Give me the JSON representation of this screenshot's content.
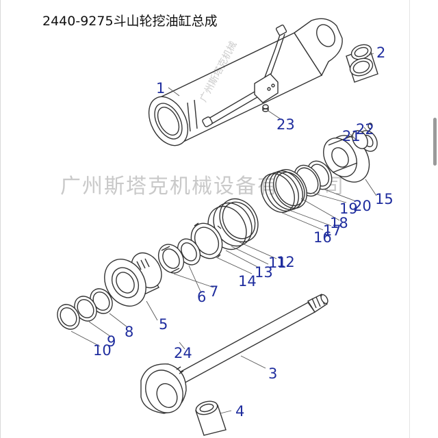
{
  "title": "2440-9275斗山轮挖油缸总成",
  "watermark": "广州斯塔克机械设备有限公司",
  "watermark_small": "广州斯塔克机械",
  "labels": {
    "p1": "1",
    "p2": "2",
    "p3": "3",
    "p4": "4",
    "p5": "5",
    "p6": "6",
    "p7": "7",
    "p8": "8",
    "p9": "9",
    "p10": "10",
    "p11": "11",
    "p12": "12",
    "p13": "13",
    "p14": "14",
    "p15": "15",
    "p16": "16",
    "p17": "17",
    "p18": "18",
    "p19": "19",
    "p20": "20",
    "p21": "21",
    "p22": "22",
    "p23": "23",
    "p24": "24"
  },
  "colors": {
    "label": "#1f2d9e",
    "line": "#333333",
    "watermark": "#c9c9c9"
  }
}
